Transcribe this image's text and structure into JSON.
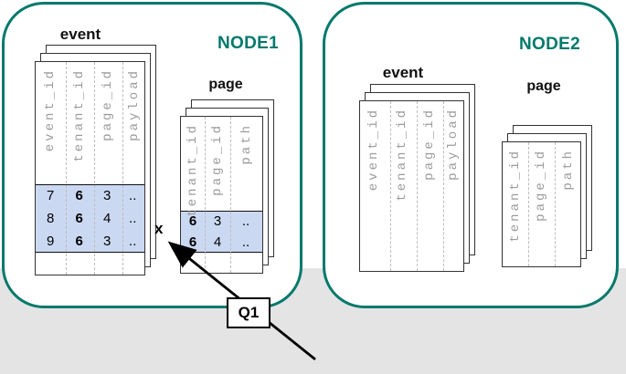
{
  "node1": {
    "label": "NODE1",
    "event": {
      "title": "event",
      "columns": [
        "event_id",
        "tenant_id",
        "page_id",
        "payload"
      ],
      "rows": [
        [
          "7",
          "6",
          "3",
          ".."
        ],
        [
          "8",
          "6",
          "4",
          ".."
        ],
        [
          "9",
          "6",
          "3",
          ".."
        ]
      ]
    },
    "page": {
      "title": "page",
      "columns": [
        "tenant_id",
        "page_id",
        "path"
      ],
      "rows": [
        [
          "6",
          "3",
          ".."
        ],
        [
          "6",
          "4",
          ".."
        ]
      ]
    },
    "join_marker": "x"
  },
  "node2": {
    "label": "NODE2",
    "event": {
      "title": "event",
      "columns": [
        "event_id",
        "tenant_id",
        "page_id",
        "payload"
      ]
    },
    "page": {
      "title": "page",
      "columns": [
        "tenant_id",
        "page_id",
        "path"
      ]
    }
  },
  "query": {
    "label": "Q1"
  },
  "colors": {
    "accent_teal": "#00796b",
    "row_highlight": "#cbd8f2",
    "header_text": "#9b9b9b",
    "background_gray": "#e4e4e4"
  }
}
